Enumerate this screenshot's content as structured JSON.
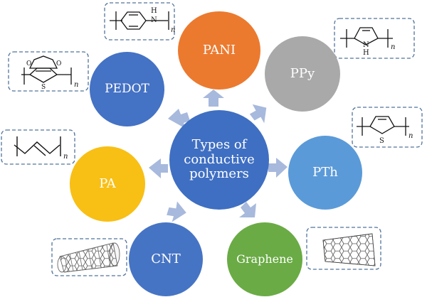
{
  "center": {
    "label": "Types of\nconductive\npolymers"
  },
  "nodes": {
    "pani": "PANI",
    "ppy": "PPy",
    "pth": "PTh",
    "graphene": "Graphene",
    "cnt": "CNT",
    "pa": "PA",
    "pedot": "PEDOT"
  },
  "structure_labels": {
    "pani_h": "H",
    "pani_n": "N",
    "pani_n_sub": "n",
    "ppy_n": "N",
    "ppy_h": "H",
    "ppy_n_sub": "n",
    "pth_s": "S",
    "pth_n_sub": "n",
    "pedot_o_left": "O",
    "pedot_o_right": "O",
    "pedot_s": "S",
    "pedot_n_sub": "n",
    "pa_n_sub": "n"
  },
  "colors": {
    "pani": "#eb7a2f",
    "ppy": "#a9a9a9",
    "pth": "#5b9ad8",
    "graphene": "#6aab45",
    "cnt": "#4674c4",
    "pa": "#f8bf15",
    "pedot": "#4472c4",
    "center": "#3f6fc2",
    "arrow": "#a7b9dc",
    "box_border": "#52739b"
  }
}
